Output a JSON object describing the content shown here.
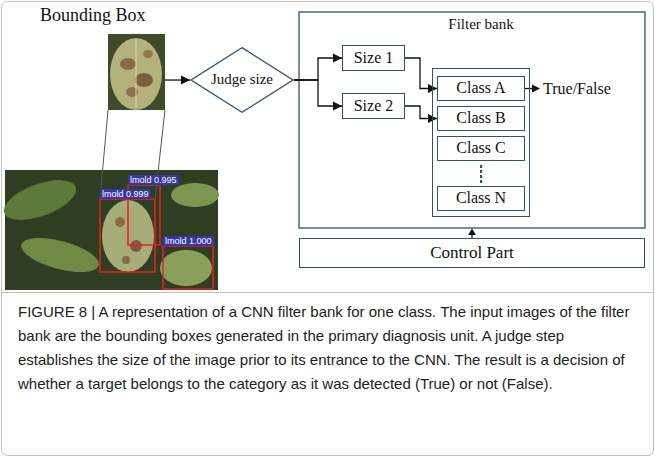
{
  "diagram": {
    "caption": "FIGURE 8 | A representation of a CNN filter bank for one class. The input images of the filter bank are the bounding boxes generated in the primary diagnosis unit. A judge step establishes the size of the image prior to its entrance to the CNN. The result is a decision of whether a target belongs to the category as it was detected (True) or not (False).",
    "nodes": [
      {
        "text": [
          "Bounding Box"
        ]
      },
      {
        "text": [
          "Judge size"
        ]
      },
      {
        "text": [
          "Size 1"
        ]
      },
      {
        "text": [
          "Size 2"
        ]
      },
      {
        "text": [
          "Filter bank"
        ]
      },
      {
        "text": [
          "Class A"
        ],
        "in": 4
      },
      {
        "text": [
          "Class B"
        ],
        "in": 4
      },
      {
        "text": [
          "Class C"
        ],
        "in": 4
      },
      {
        "text": [
          "Class N"
        ],
        "in": 4
      },
      {
        "text": [
          "Control Part"
        ]
      }
    ],
    "edges": [
      {
        "from": 0,
        "to": 1,
        "arrow": "to"
      },
      {
        "from": 1,
        "to": 2,
        "arrow": "to"
      },
      {
        "from": 1,
        "to": 3,
        "arrow": "to"
      },
      {
        "from": 2,
        "to": 5,
        "arrow": "to"
      },
      {
        "from": 3,
        "to": 6,
        "arrow": "to"
      }
    ],
    "labels": [
      "True/False",
      "lmold 0.995",
      "lmold 0.999",
      "lmold 1.000"
    ]
  }
}
